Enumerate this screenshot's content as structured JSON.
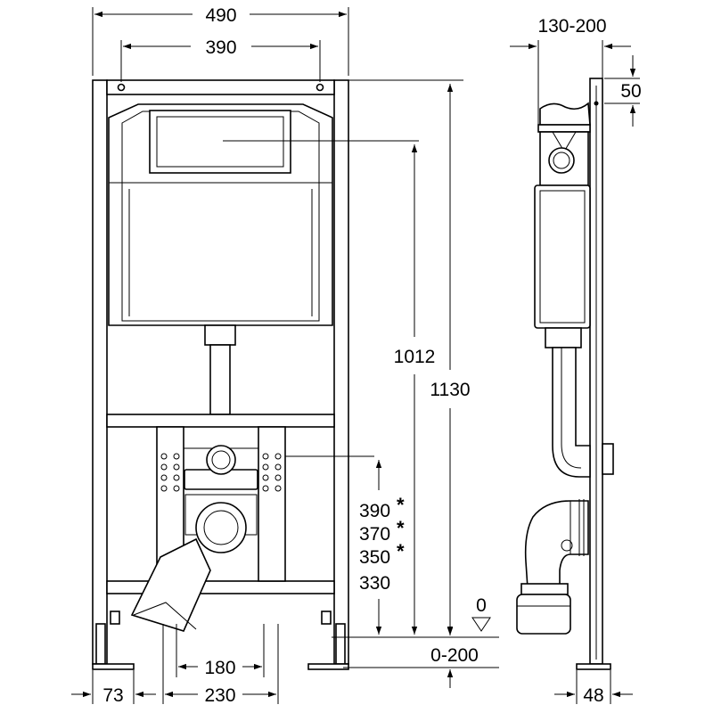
{
  "front_view": {
    "dimensions": {
      "overall_width": "490",
      "mount_hole_spacing": "390",
      "height_to_flush_plate": "1012",
      "overall_height": "1130",
      "rail_spacing": "180",
      "bracket_spacing": "230",
      "foot_extension": "73",
      "floor_adjust": "0-200",
      "floor_level": "0",
      "seat_heights": [
        {
          "value": "390",
          "mark": "*"
        },
        {
          "value": "370",
          "mark": "*"
        },
        {
          "value": "350",
          "mark": "*"
        },
        {
          "value": "330",
          "mark": ""
        }
      ]
    }
  },
  "side_view": {
    "dimensions": {
      "wall_offset": "130-200",
      "top_offset": "50",
      "frame_depth": "48"
    }
  }
}
